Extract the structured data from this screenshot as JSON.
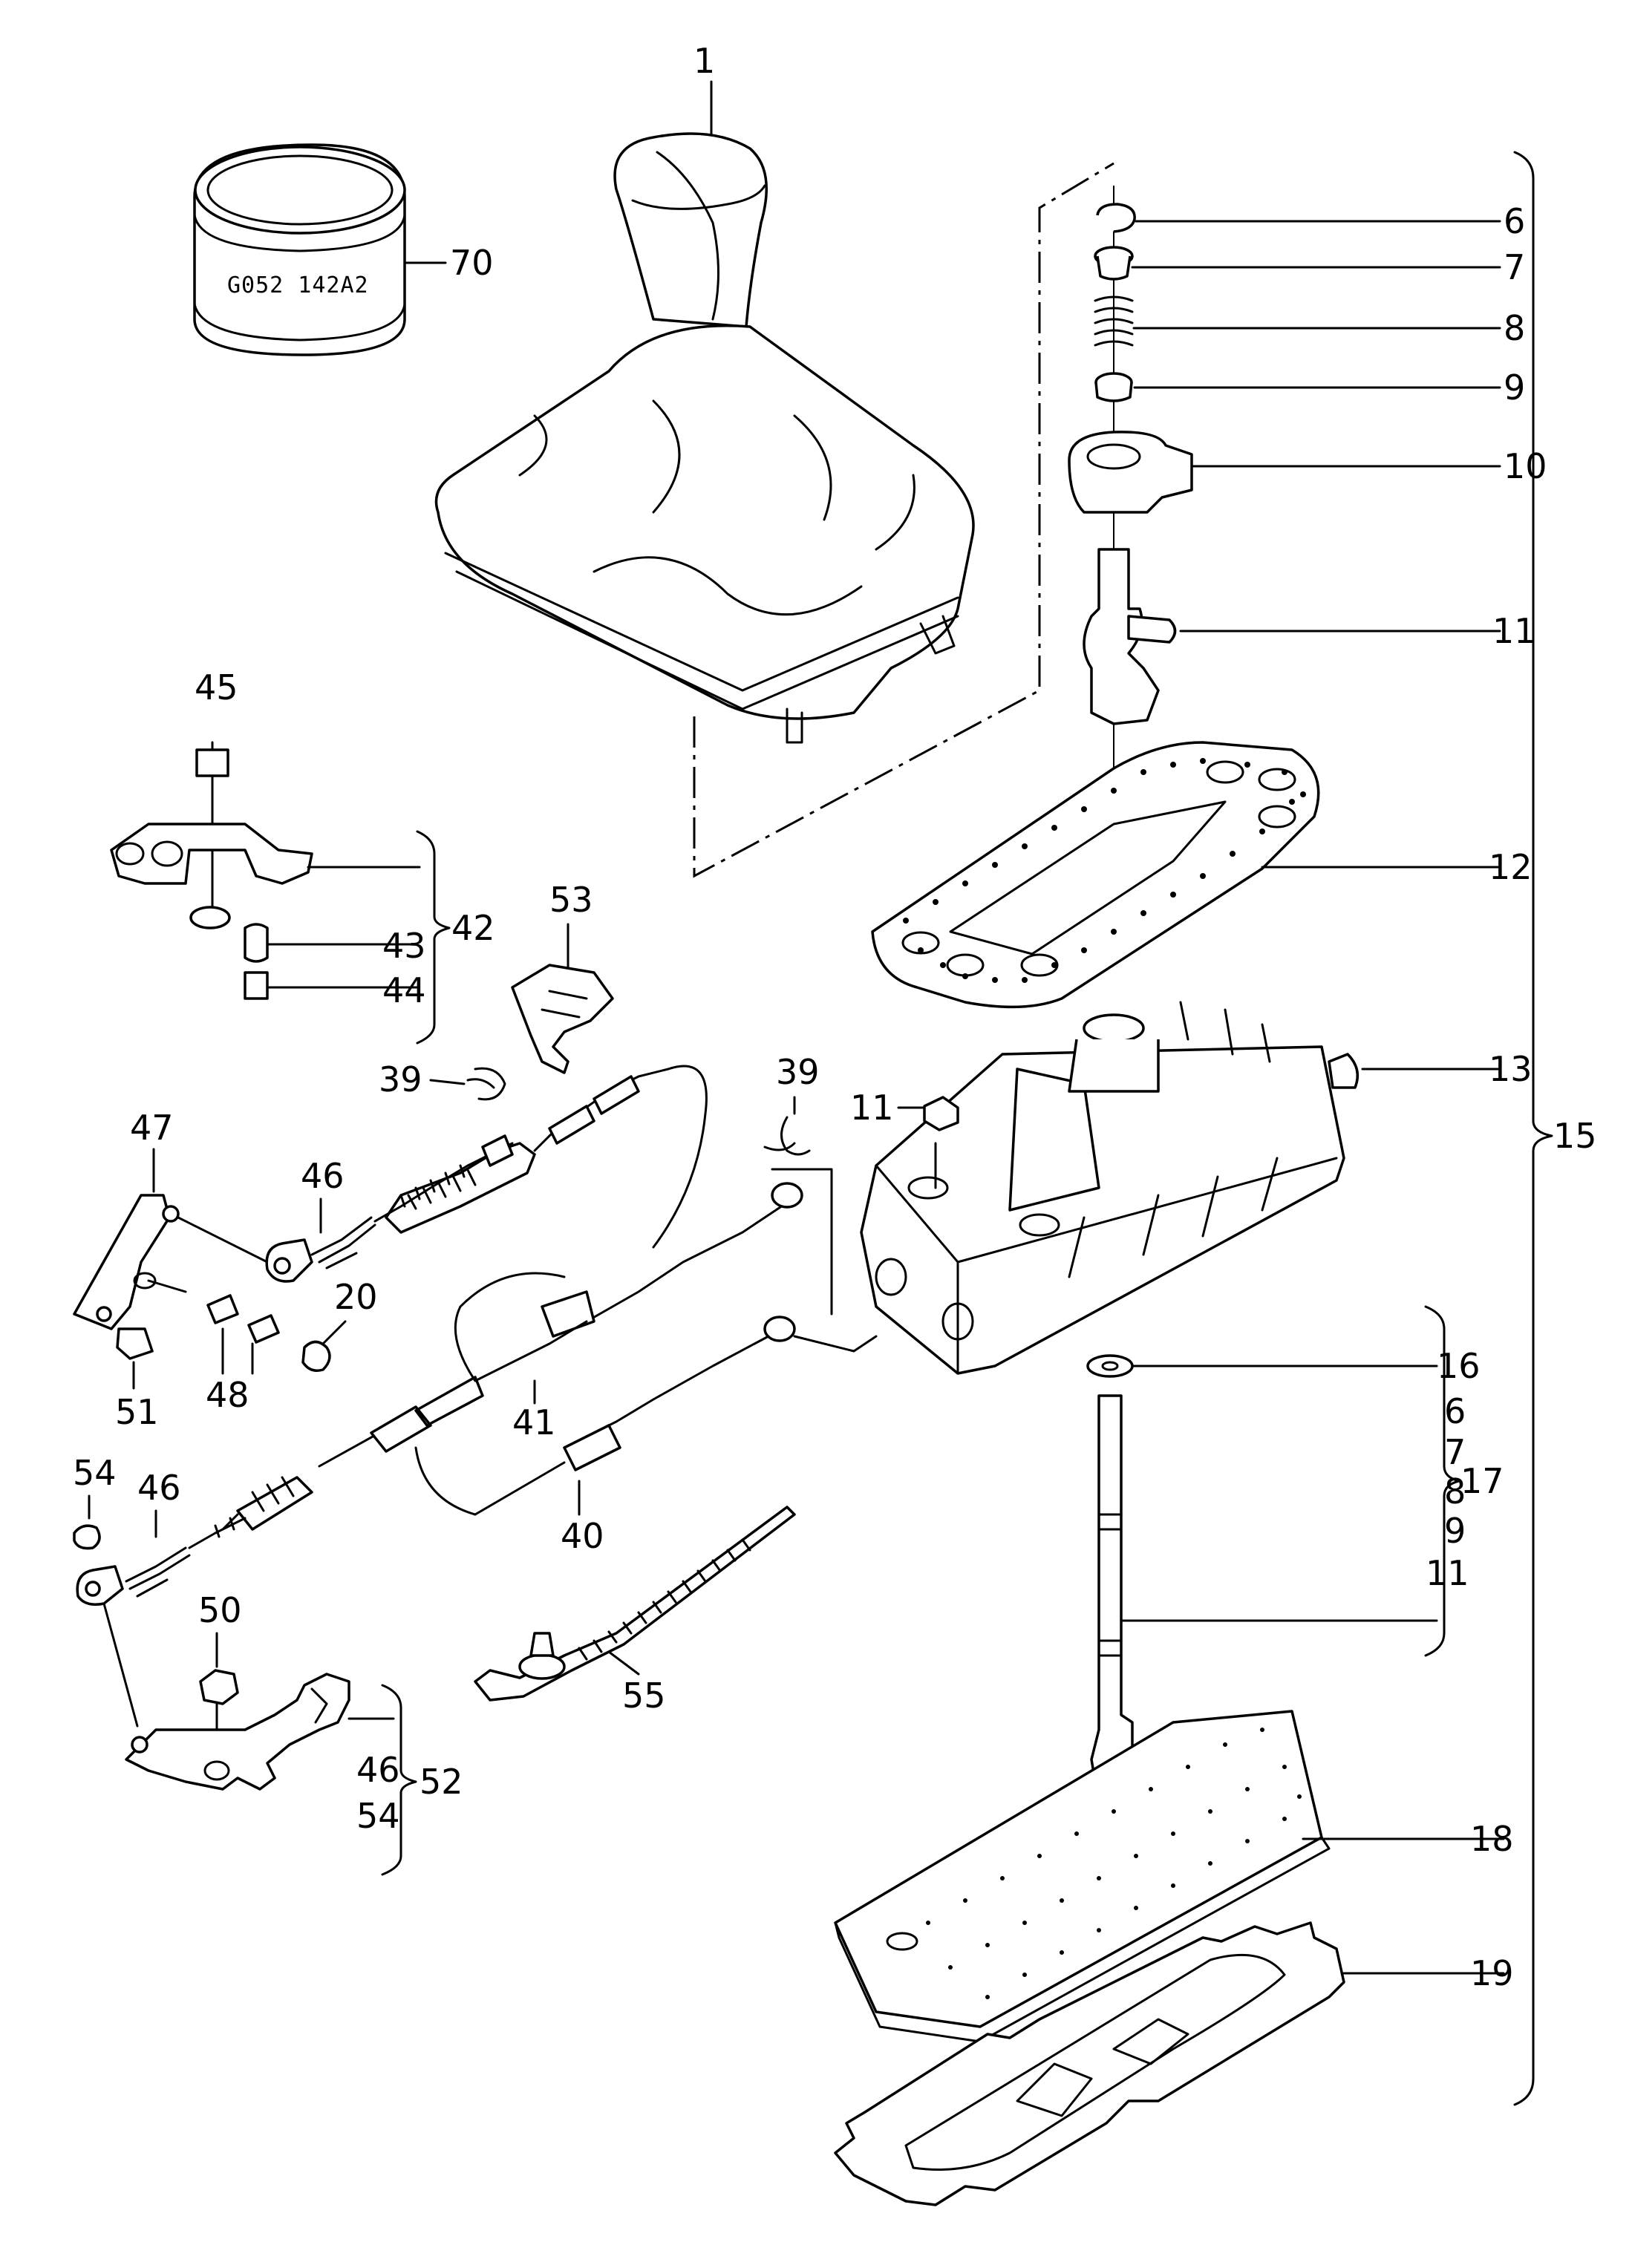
{
  "callouts": {
    "c1": "1",
    "c70": "70",
    "c6": "6",
    "c7": "7",
    "c8": "8",
    "c9": "9",
    "c10": "10",
    "c11a": "11",
    "c12": "12",
    "c13": "13",
    "c11b": "11",
    "c15": "15",
    "c16": "16",
    "c17_6": "6",
    "c17_7": "7",
    "c17_8": "8",
    "c17_9": "9",
    "c17_11": "11",
    "c17": "17",
    "c18": "18",
    "c19": "19",
    "c45": "45",
    "c42": "42",
    "c43": "43",
    "c44": "44",
    "c53": "53",
    "c39a": "39",
    "c39b": "39",
    "c47": "47",
    "c46a": "46",
    "c20": "20",
    "c48": "48",
    "c51": "51",
    "c41": "41",
    "c40": "40",
    "c54": "54",
    "c46b": "46",
    "c50": "50",
    "c55": "55",
    "c52_46": "46",
    "c52_54": "54",
    "c52": "52"
  },
  "tin_marking": "G052 142A2"
}
